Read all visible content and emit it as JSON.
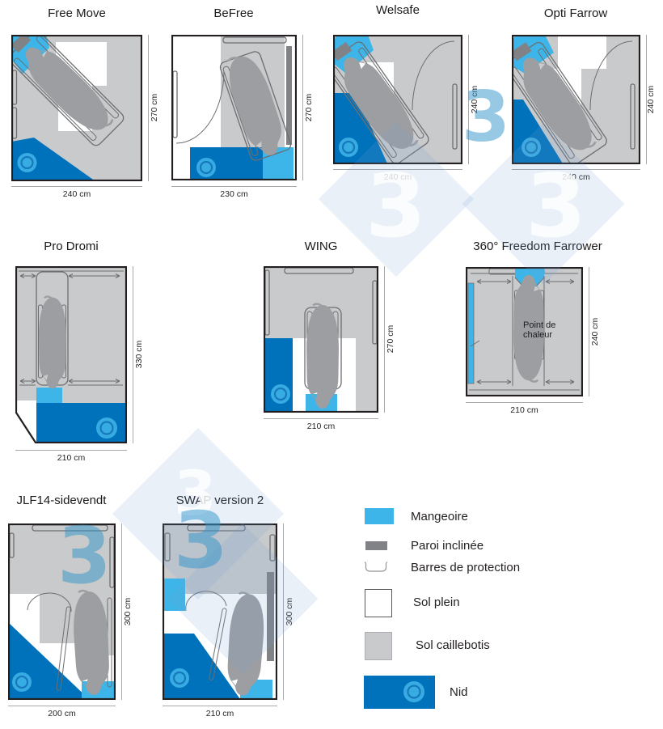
{
  "figure": {
    "pens": [
      {
        "title": "Free Move",
        "width_label": "240 cm",
        "height_label": "270 cm"
      },
      {
        "title": "BeFree",
        "width_label": "230 cm",
        "height_label": "270 cm"
      },
      {
        "title": "Welsafe",
        "width_label": "240 cm",
        "height_label": "240 cm"
      },
      {
        "title": "Opti Farrow",
        "width_label": "240 cm",
        "height_label": "240 cm"
      },
      {
        "title": "Pro Dromi",
        "width_label": "210 cm",
        "height_label": "330 cm"
      },
      {
        "title": "WING",
        "width_label": "210 cm",
        "height_label": "270 cm"
      },
      {
        "title": "360° Freedom Farrower",
        "width_label": "210 cm",
        "height_label": "240 cm",
        "annotation_line1": "Point de",
        "annotation_line2": "chaleur"
      },
      {
        "title": "JLF14-sidevendt",
        "width_label": "200 cm",
        "height_label": "300 cm"
      },
      {
        "title": "SWAP version 2",
        "width_label": "210 cm",
        "height_label": "300 cm"
      }
    ],
    "legend": {
      "items": [
        {
          "key": "mangeoire",
          "label": "Mangeoire"
        },
        {
          "key": "paroi",
          "label": "Paroi inclinée"
        },
        {
          "key": "barres",
          "label": "Barres de protection"
        },
        {
          "key": "sol-plein",
          "label": "Sol plein"
        },
        {
          "key": "caillebotis",
          "label": "Sol caillebotis"
        },
        {
          "key": "nid",
          "label": "Nid"
        }
      ]
    }
  },
  "watermark": {
    "glyph": "3"
  },
  "colors": {
    "feeder": "#3DB5E8",
    "nest": "#0072BC",
    "slatted": "#C9CACB",
    "solid": "#FFFFFF",
    "wall": "#808285",
    "sow": "#9C9EA1",
    "outline": "#6D6E71",
    "border": "#231F20",
    "dim": "#A7A9AC",
    "text": "#231F20",
    "lamp": "#36ACE2",
    "lamp_ring": "#1778BE"
  }
}
